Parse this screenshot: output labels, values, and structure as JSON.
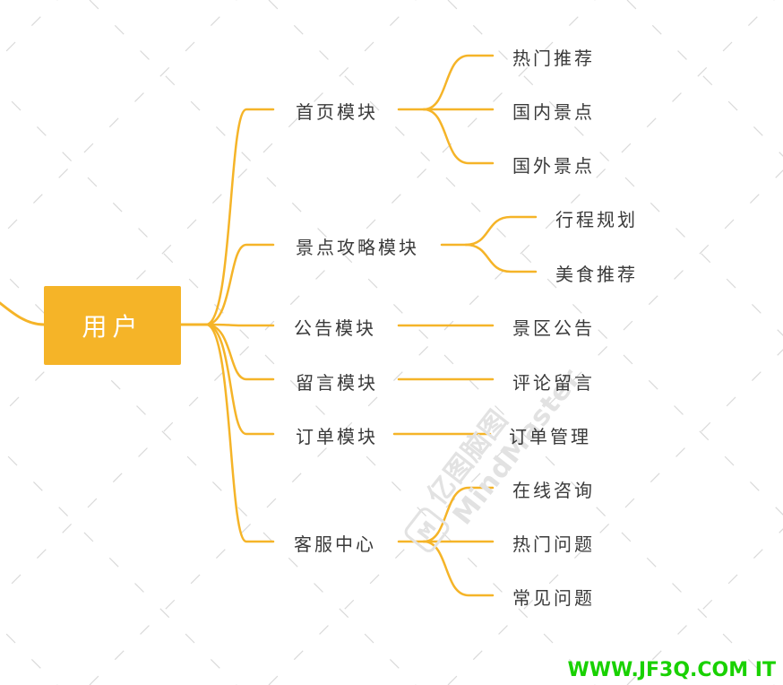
{
  "colors": {
    "branch": "#f5b428",
    "root_fill": "#f5b428",
    "text": "#3a3a3a",
    "watermark": "#e2e2e2",
    "footer": "#19d100"
  },
  "root": {
    "label": "用户"
  },
  "branches": [
    {
      "label": "首页模块",
      "children": [
        "热门推荐",
        "国内景点",
        "国外景点"
      ]
    },
    {
      "label": "景点攻略模块",
      "children": [
        "行程规划",
        "美食推荐"
      ]
    },
    {
      "label": "公告模块",
      "children": [
        "景区公告"
      ]
    },
    {
      "label": "留言模块",
      "children": [
        "评论留言"
      ]
    },
    {
      "label": "订单模块",
      "children": [
        "订单管理"
      ]
    },
    {
      "label": "客服中心",
      "children": [
        "在线咨询",
        "热门问题",
        "常见问题"
      ]
    }
  ],
  "watermark": {
    "text": "亿图脑图MindMaster",
    "logo": "M"
  },
  "footer": {
    "text": "WWW.JF3Q.COM 𬂠IT"
  }
}
